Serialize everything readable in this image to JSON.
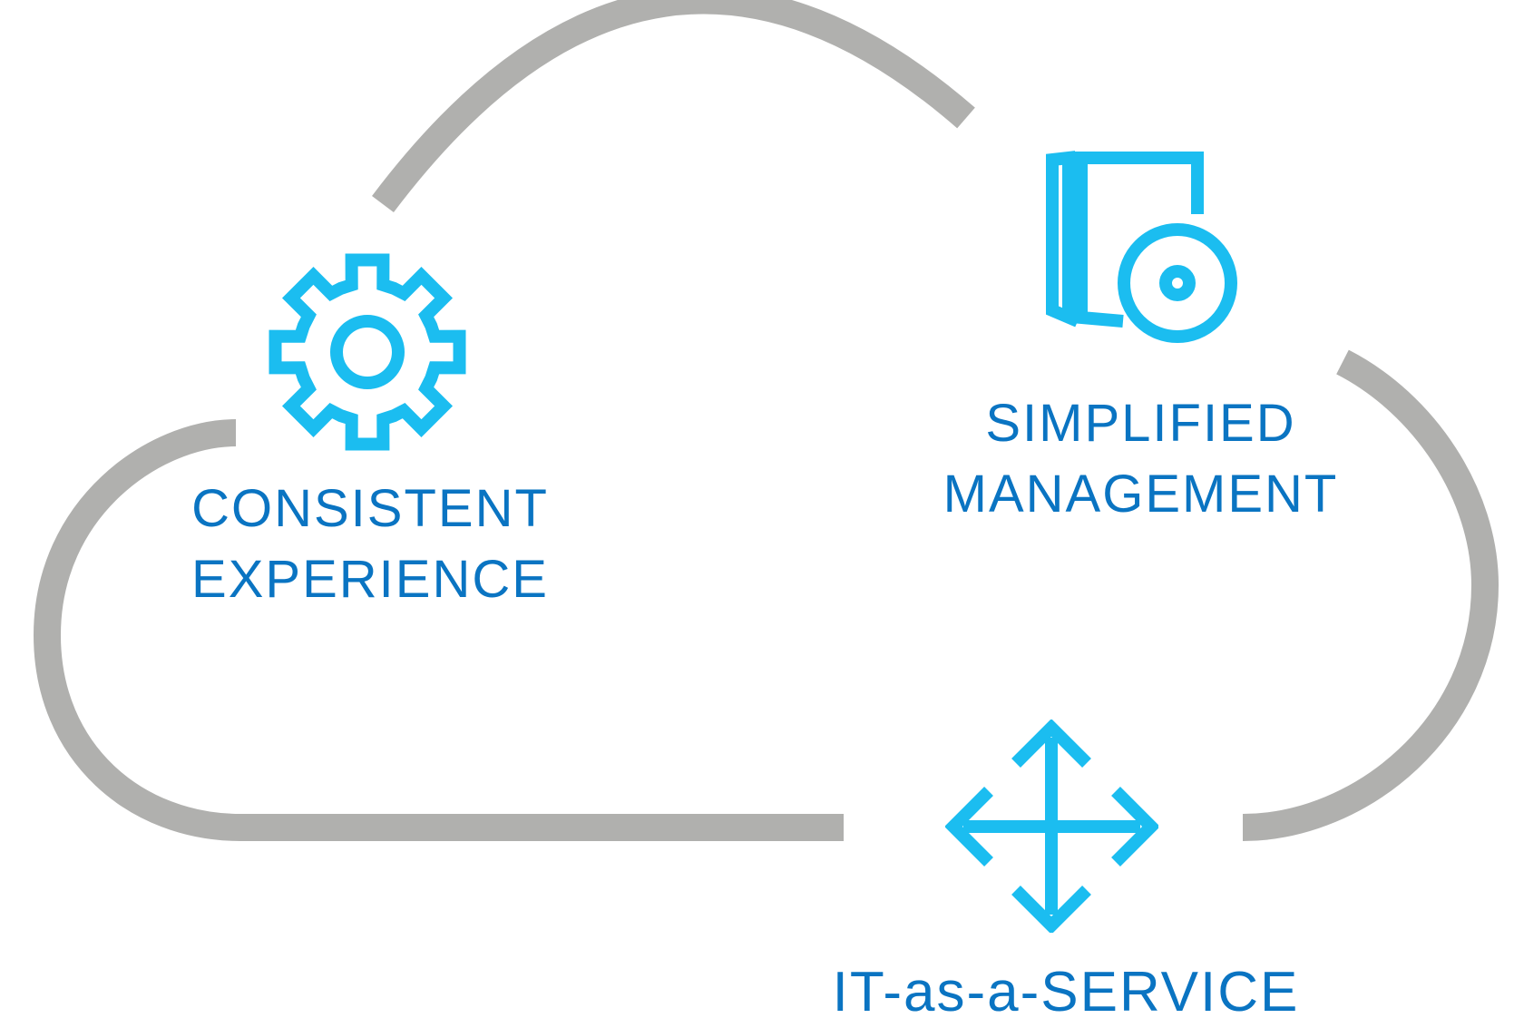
{
  "colors": {
    "outline": "#b0b0ae",
    "icon": "#1bbdf0",
    "text": "#0a74c2"
  },
  "icons": {
    "consistent": "gear-icon",
    "simplified": "book-with-disc-icon",
    "itaas": "four-way-arrows-icon"
  },
  "labels": {
    "consistent": {
      "line1": "CONSISTENT",
      "line2": "EXPERIENCE"
    },
    "simplified": {
      "line1": "SIMPLIFIED",
      "line2": "MANAGEMENT"
    },
    "itaas": "IT-as-a-SERVICE"
  }
}
